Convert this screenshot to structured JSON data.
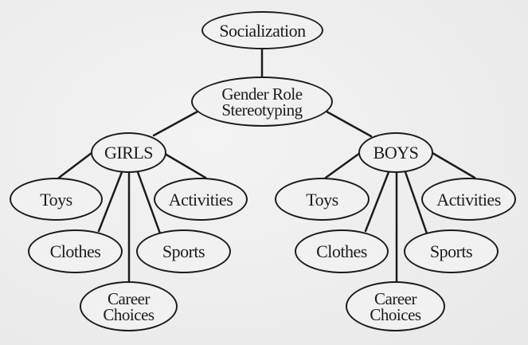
{
  "diagram": {
    "type": "concept-map",
    "root": {
      "id": "socialization",
      "label": "Socialization"
    },
    "level1": {
      "id": "gender-role",
      "label": "Gender Role\nStereotyping"
    },
    "branches": [
      {
        "id": "girls",
        "label": "GIRLS",
        "children": [
          {
            "id": "girls-toys",
            "label": "Toys"
          },
          {
            "id": "girls-activities",
            "label": "Activities"
          },
          {
            "id": "girls-clothes",
            "label": "Clothes"
          },
          {
            "id": "girls-sports",
            "label": "Sports"
          },
          {
            "id": "girls-career",
            "label": "Career\nChoices"
          }
        ]
      },
      {
        "id": "boys",
        "label": "BOYS",
        "children": [
          {
            "id": "boys-toys",
            "label": "Toys"
          },
          {
            "id": "boys-activities",
            "label": "Activities"
          },
          {
            "id": "boys-clothes",
            "label": "Clothes"
          },
          {
            "id": "boys-sports",
            "label": "Sports"
          },
          {
            "id": "boys-career",
            "label": "Career\nChoices"
          }
        ]
      }
    ],
    "edges": [
      [
        "Socialization",
        "Gender Role Stereotyping"
      ],
      [
        "Gender Role Stereotyping",
        "GIRLS"
      ],
      [
        "Gender Role Stereotyping",
        "BOYS"
      ],
      [
        "GIRLS",
        "Toys"
      ],
      [
        "GIRLS",
        "Activities"
      ],
      [
        "GIRLS",
        "Clothes"
      ],
      [
        "GIRLS",
        "Sports"
      ],
      [
        "GIRLS",
        "Career Choices"
      ],
      [
        "BOYS",
        "Toys"
      ],
      [
        "BOYS",
        "Activities"
      ],
      [
        "BOYS",
        "Clothes"
      ],
      [
        "BOYS",
        "Sports"
      ],
      [
        "BOYS",
        "Career Choices"
      ]
    ],
    "colors": {
      "stroke": "#1c1c1c",
      "paper": "#efefef"
    }
  }
}
